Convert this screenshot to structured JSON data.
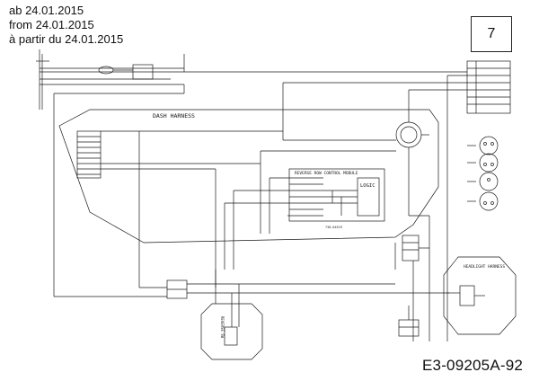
{
  "header": {
    "date_de": "ab 24.01.2015",
    "date_en": "from 24.01.2015",
    "date_fr": "à partir du 24.01.2015"
  },
  "page_number": "7",
  "document_code": "E3-09205A-92",
  "diagram": {
    "dash_harness_label": "DASH HARNESS",
    "module_title": "REVERSE ROW CONTROL MODULE",
    "logic_label": "LOGIC",
    "headlight_label": "HEADLIGHT HARNESS",
    "reverse_label": "REVERSE SW",
    "module_part": "730-04519"
  },
  "colors": {
    "line": "#1a1a1a",
    "background": "#ffffff"
  }
}
